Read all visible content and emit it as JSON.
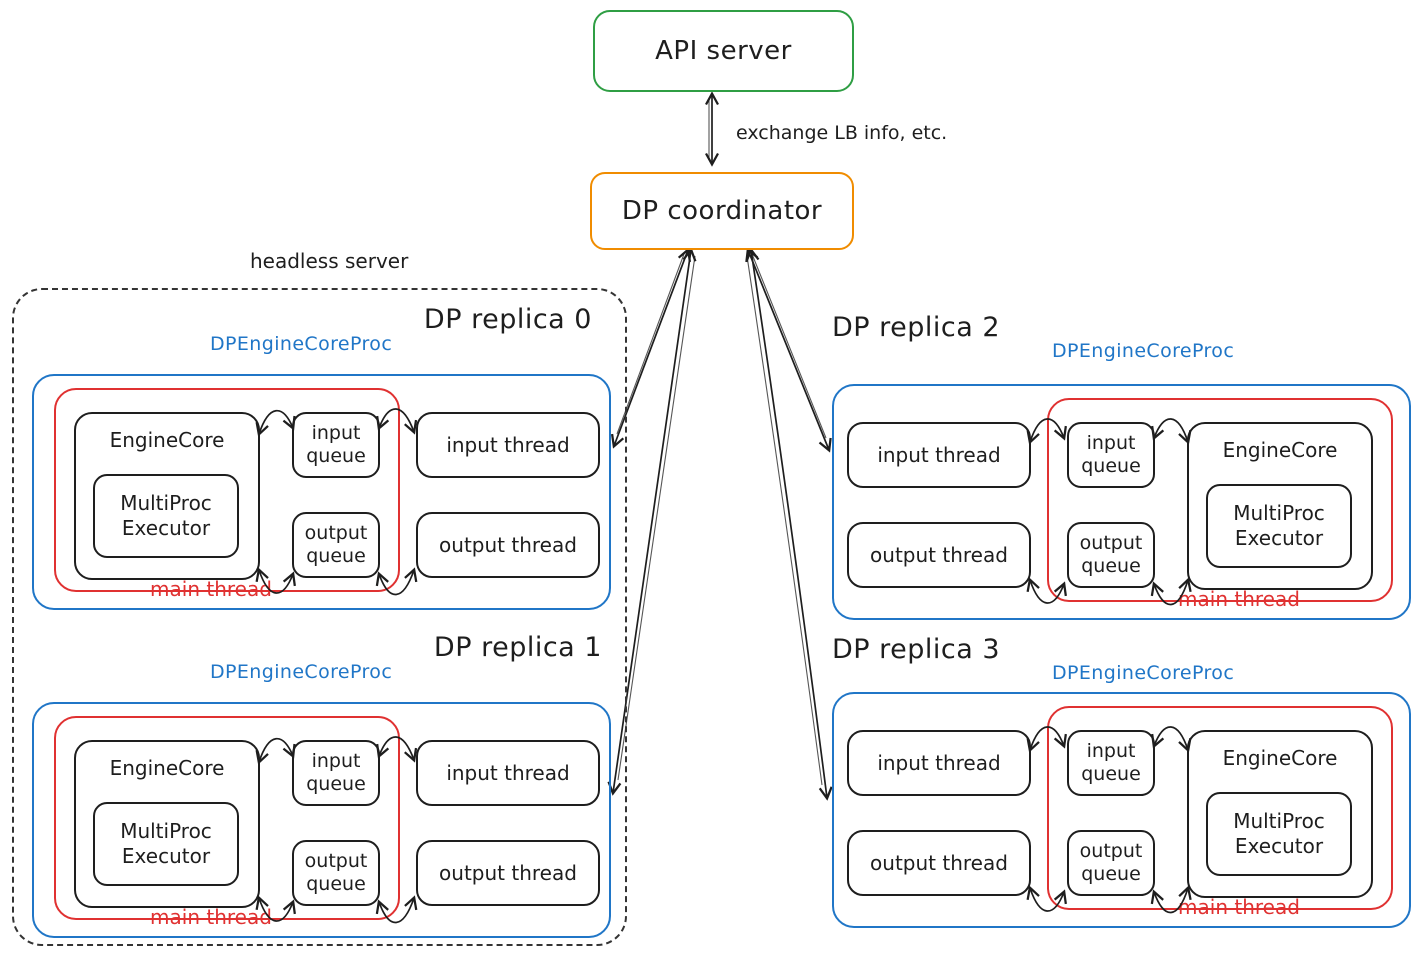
{
  "colors": {
    "green": "#2f9e44",
    "orange": "#f08c00",
    "blue": "#2076c7",
    "red": "#e03131",
    "ink": "#1e1e1e"
  },
  "api_server": {
    "label": "API server"
  },
  "coordinator": {
    "label": "DP coordinator"
  },
  "labels": {
    "exchange": "exchange LB info, etc.",
    "headless": "headless server"
  },
  "replicas": [
    {
      "title": "DP replica 0",
      "proc_label": "DPEngineCoreProc",
      "engine_core": "EngineCore",
      "executor": "MultiProc Executor",
      "input_queue": "input queue",
      "output_queue": "output queue",
      "input_thread": "input thread",
      "output_thread": "output thread",
      "main_thread": "main thread"
    },
    {
      "title": "DP replica 1",
      "proc_label": "DPEngineCoreProc",
      "engine_core": "EngineCore",
      "executor": "MultiProc Executor",
      "input_queue": "input queue",
      "output_queue": "output queue",
      "input_thread": "input thread",
      "output_thread": "output thread",
      "main_thread": "main thread"
    },
    {
      "title": "DP replica 2",
      "proc_label": "DPEngineCoreProc",
      "engine_core": "EngineCore",
      "executor": "MultiProc Executor",
      "input_queue": "input queue",
      "output_queue": "output queue",
      "input_thread": "input thread",
      "output_thread": "output thread",
      "main_thread": "main thread"
    },
    {
      "title": "DP replica 3",
      "proc_label": "DPEngineCoreProc",
      "engine_core": "EngineCore",
      "executor": "MultiProc Executor",
      "input_queue": "input queue",
      "output_queue": "output queue",
      "input_thread": "input thread",
      "output_thread": "output thread",
      "main_thread": "main thread"
    }
  ]
}
